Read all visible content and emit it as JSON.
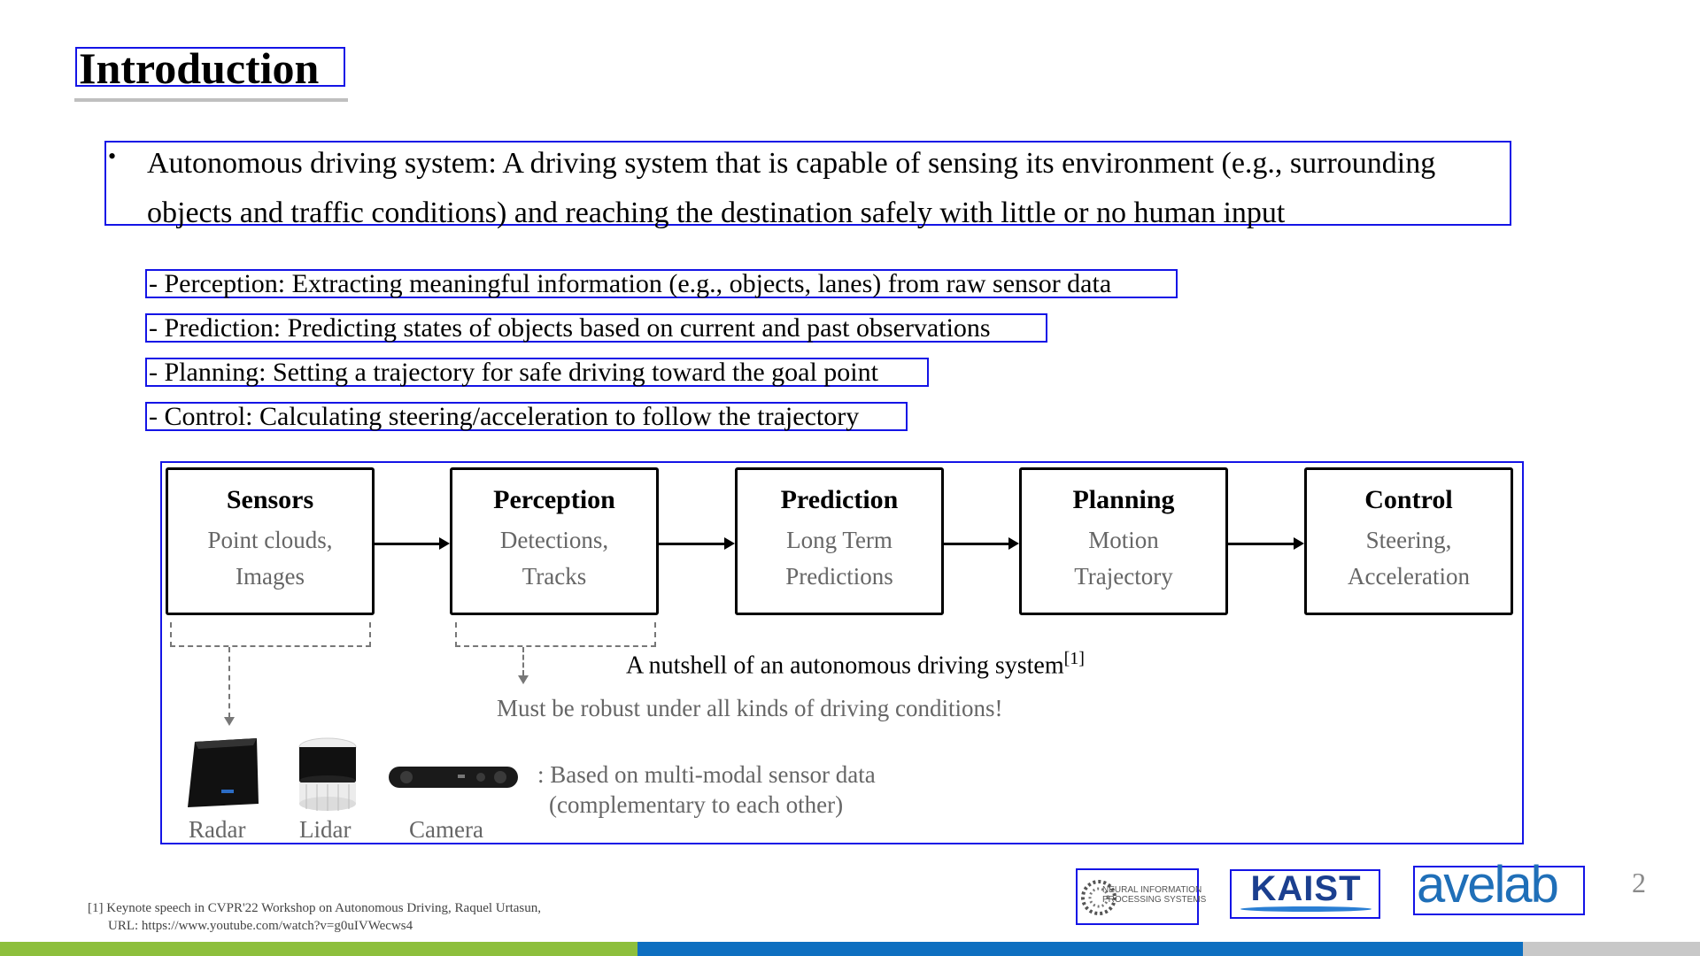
{
  "slide": {
    "title": "Introduction",
    "bullet": "Autonomous driving system: A driving system that is capable of sensing its environment (e.g., surrounding objects and traffic conditions) and reaching the destination safely with little or no human input",
    "subitems": [
      "- Perception: Extracting meaningful information (e.g., objects, lanes) from raw sensor data",
      "- Prediction: Predicting states of objects based on current and past observations",
      "- Planning: Setting a trajectory for safe driving toward the goal point",
      "- Control: Calculating steering/acceleration to follow the trajectory"
    ],
    "page_number": "2"
  },
  "diagram": {
    "stages": [
      {
        "title": "Sensors",
        "line1": "Point clouds,",
        "line2": "Images"
      },
      {
        "title": "Perception",
        "line1": "Detections,",
        "line2": "Tracks"
      },
      {
        "title": "Prediction",
        "line1": "Long Term",
        "line2": "Predictions"
      },
      {
        "title": "Planning",
        "line1": "Motion",
        "line2": "Trajectory"
      },
      {
        "title": "Control",
        "line1": "Steering,",
        "line2": "Acceleration"
      }
    ],
    "caption": "A nutshell of an autonomous driving system",
    "caption_ref": "[1]",
    "robust_note": "Must be robust under all kinds of driving conditions!",
    "multimodal_line1": ": Based on multi-modal sensor data",
    "multimodal_line2": "(complementary to each other)",
    "sensors": {
      "radar": "Radar",
      "lidar": "Lidar",
      "camera": "Camera"
    }
  },
  "footnote": {
    "line1": "[1] Keynote speech in CVPR'22 Workshop on Autonomous Driving, Raquel Urtasun,",
    "line2": "URL: https://www.youtube.com/watch?v=g0uIVWecws4"
  },
  "logos": {
    "neurips_line1": "NEURAL INFORMATION",
    "neurips_line2": "PROCESSING SYSTEMS",
    "kaist": "KAIST",
    "avelab": "avelab"
  },
  "colors": {
    "accent_green": "#8dbf3c",
    "accent_blue": "#0e6fc0",
    "bbox_blue": "#1414e6"
  }
}
